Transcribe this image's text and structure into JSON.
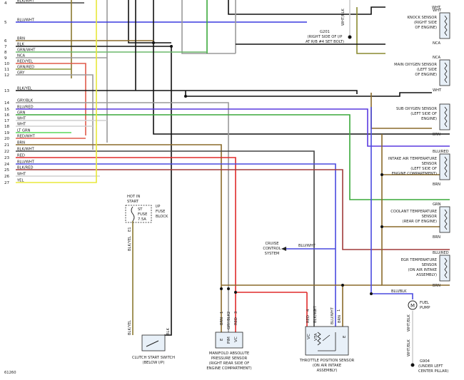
{
  "pin_rows": [
    {
      "num": "4",
      "label": "BLK/WHT"
    },
    {
      "num": "5",
      "label": "BLU/WHT"
    },
    {
      "num": "6",
      "label": "BRN"
    },
    {
      "num": "7",
      "label": "BLK"
    },
    {
      "num": "8",
      "label": "GRN/WHT"
    },
    {
      "num": "9",
      "label": "NCA"
    },
    {
      "num": "10",
      "label": "RED/YEL"
    },
    {
      "num": "11",
      "label": "GRN/RED"
    },
    {
      "num": "12",
      "label": "GRY"
    },
    {
      "num": "13",
      "label": "BLK/YEL"
    },
    {
      "num": "14",
      "label": "GRY/BLK"
    },
    {
      "num": "15",
      "label": "BLU/RED"
    },
    {
      "num": "16",
      "label": "GRN"
    },
    {
      "num": "17",
      "label": "WHT"
    },
    {
      "num": "18",
      "label": "WHT"
    },
    {
      "num": "19",
      "label": "LT GRN"
    },
    {
      "num": "20",
      "label": "RED/WHT"
    },
    {
      "num": "21",
      "label": "BRN"
    },
    {
      "num": "22",
      "label": "BLK/WHT"
    },
    {
      "num": "23",
      "label": "RED"
    },
    {
      "num": "24",
      "label": "BLU/WHT"
    },
    {
      "num": "25",
      "label": "BLK/RED"
    },
    {
      "num": "26",
      "label": "WHT"
    },
    {
      "num": "27",
      "label": "YEL"
    }
  ],
  "ground": {
    "label": "G201",
    "lines": [
      "(RIGHT SIDE OF I/P",
      "AT R/B #4 SET BOLT)"
    ],
    "wire": "WHT/BLK"
  },
  "sensors": [
    {
      "lines": [
        "KNOCK SENSOR",
        "(RIGHT SIDE",
        "OF ENGINE)"
      ],
      "wire_top": "WHT",
      "wire_bottom": "NCA"
    },
    {
      "lines": [
        "MAIN OXYGEN SENSOR",
        "(LEFT SIDE",
        "OF ENGINE)"
      ],
      "wire_top": "NCA",
      "wire_bottom": "WHT"
    },
    {
      "lines": [
        "SUB OXYGEN SENSOR",
        "(LEFT SIDE OF",
        "ENGINE)"
      ],
      "wire_top": "",
      "wire_bottom": "BRN"
    },
    {
      "lines": [
        "INTAKE AIR TEMPERATURE",
        "SENSOR",
        "(LEFT SIDE OF",
        "ENGINE COMPARTMENT)"
      ],
      "wire_top": "BLU/RED",
      "wire_bottom": "BRN"
    },
    {
      "lines": [
        "COOLANT TEMPERATURE",
        "SENSOR",
        "(REAR OF ENGINE)"
      ],
      "wire_top": "GRN",
      "wire_bottom": "BRN"
    },
    {
      "lines": [
        "EGR TEMPERATURE",
        "SENSOR",
        "(ON AIR INTAKE",
        "ASSEMBLY)"
      ],
      "wire_top": "BLU/RED",
      "wire_bottom": "BRN"
    }
  ],
  "top_wire_label": "WHT",
  "fuel_pump": {
    "lines": [
      "FUEL",
      "PUMP"
    ],
    "wire": "BLU/BLK",
    "wire2": "WHT/BLK",
    "wire3": "WHT/BLK"
  },
  "ground2": {
    "label": "G904",
    "lines": [
      "(UNDER LEFT",
      "CENTER PILLAR)"
    ]
  },
  "cruise": {
    "lines": [
      "CRUISE",
      "CONTROL",
      "SYSTEM"
    ],
    "wire": "BLU/WHT"
  },
  "fuse": {
    "hot": [
      "HOT IN",
      "START"
    ],
    "box": [
      "ST",
      "FUSE",
      "7.5A"
    ],
    "block": [
      "I/P",
      "FUSE",
      "BLOCK"
    ],
    "wire": "BLK/YEL",
    "pin": "E1"
  },
  "clutch": {
    "lines": [
      "CLUTCH START SWITCH",
      "(BELOW I/P)"
    ],
    "wire_left": "BLK/YEL",
    "wire_right": "BLK"
  },
  "map_sensor": {
    "lines": [
      "MANIFOLD ABSOLUTE",
      "PRESSURE SENSOR",
      "(RIGHT REAR SIDE OF",
      "ENGINE COMPARTMENT)"
    ],
    "pins": [
      "E",
      "PIM",
      "VC"
    ],
    "pin_nums": [
      "1",
      "2",
      "3"
    ],
    "wires": [
      "BRN",
      "GRY/BLK",
      "RED"
    ]
  },
  "tps": {
    "lines": [
      "THROTTLE POSITION SENSOR",
      "(ON AIR INTAKE",
      "ASSEMBLY)"
    ],
    "pins": [
      "VC",
      "VTA",
      "E"
    ],
    "pin_nums": [
      "4",
      "3",
      "1"
    ],
    "wires": [
      "RED",
      "BLK/WHT",
      "BRN"
    ],
    "wire_extra": "BLU/WHT"
  },
  "figure_id": "61260"
}
